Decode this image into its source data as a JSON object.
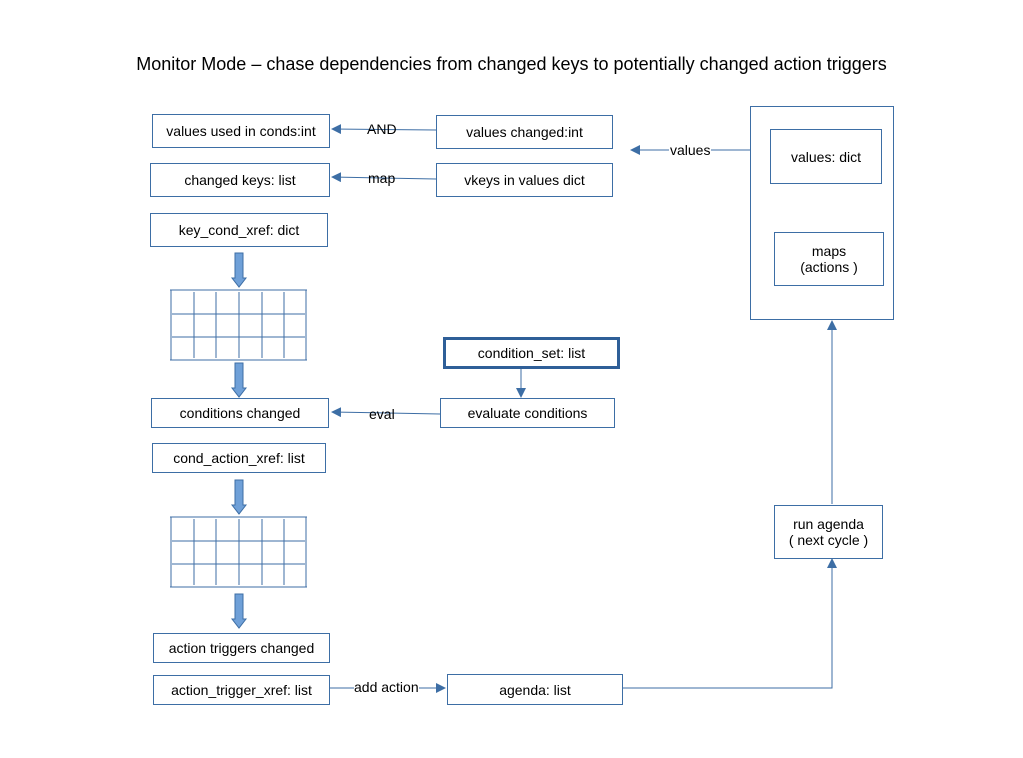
{
  "title": "Monitor Mode – chase dependencies from changed keys to potentially changed action triggers",
  "boxes": {
    "values_used": "values used in conds:int",
    "values_changed": "values changed:int",
    "changed_keys": "changed keys: list",
    "vkeys": "vkeys in values dict",
    "key_cond_xref": "key_cond_xref: dict",
    "condition_set": "condition_set: list",
    "conditions_changed": "conditions changed",
    "evaluate_conditions": "evaluate conditions",
    "cond_action_xref": "cond_action_xref: list",
    "action_triggers_changed": "action triggers changed",
    "action_trigger_xref": "action_trigger_xref: list",
    "agenda": "agenda: list",
    "values_dict": "values: dict",
    "maps": "maps\n(actions )",
    "run_agenda": "run agenda\n( next cycle )"
  },
  "edge_labels": {
    "and": "AND",
    "map": "map",
    "values": "values",
    "eval": "eval",
    "add_action": "add action"
  },
  "colors": {
    "box_border": "#3d6ea5",
    "arrow": "#3d6ea5",
    "block_arrow_fill": "#6fa0d8",
    "block_arrow_stroke": "#3d6ea5"
  }
}
